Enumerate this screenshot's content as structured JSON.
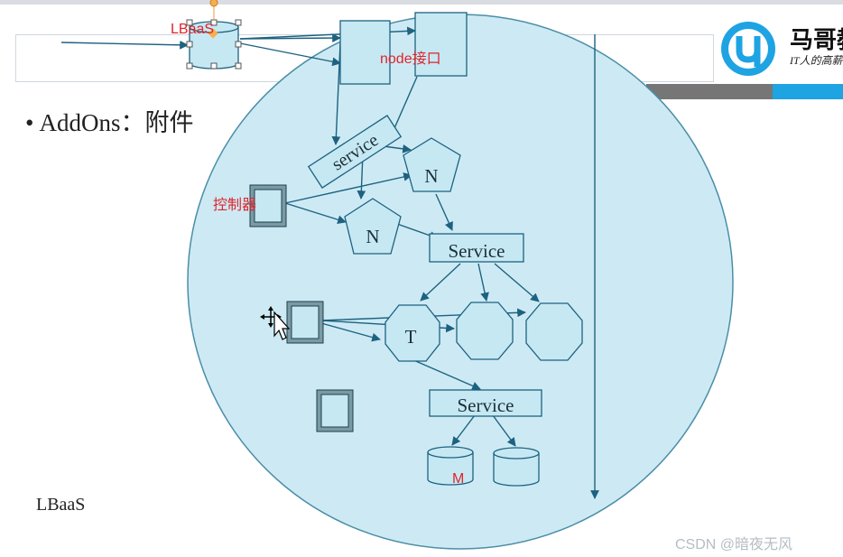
{
  "slide": {
    "bullet_title": "AddOns：附件",
    "bottom_label": "LBaaS"
  },
  "brand": {
    "name": "马哥教",
    "slogan": "IT人的高薪职"
  },
  "diagram": {
    "lbaas_label": "LBaaS",
    "node_interface_label": "node接口",
    "controller_label": "控制器",
    "service_tilted": "service",
    "pod_n1": "N",
    "pod_n2": "N",
    "service_mid": "Service",
    "pod_t": "T",
    "service_low": "Service",
    "db_label": "M"
  },
  "watermark": "CSDN @暗夜无风",
  "colors": {
    "circle_fill": "#cdeaf4",
    "stroke": "#1d6280",
    "shape_fill": "#c6e8f3",
    "red_label": "#e0242a",
    "band_grey": "#767676",
    "band_blue": "#1ea3e3"
  }
}
